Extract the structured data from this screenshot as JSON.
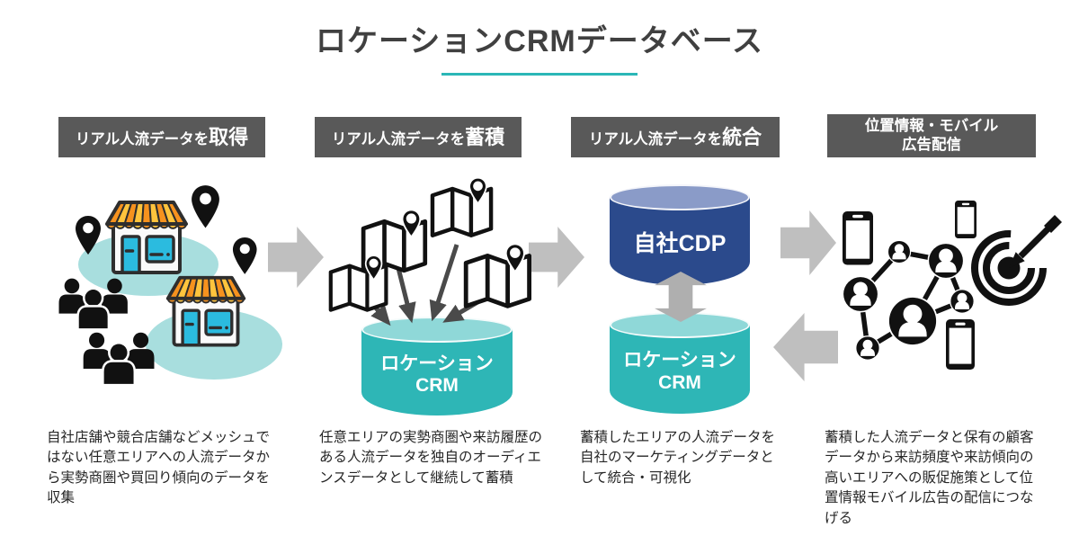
{
  "title": "ロケーションCRMデータベース",
  "colors": {
    "accent_teal": "#2BB7B7",
    "header_bg": "#595959",
    "cylinder_teal": "#2EB6B6",
    "cylinder_teal_top": "#8FD8D8",
    "cylinder_navy": "#2B4A8C",
    "cylinder_navy_top": "#8A9BC8",
    "flow_arrow_gray": "#BFBFBF",
    "blob_teal": "#A8DEDE",
    "awning_orange": "#F6921E",
    "awning_yellow": "#FFC43D",
    "store_cyan": "#2BBBDF"
  },
  "columns": [
    {
      "id": "acquire",
      "header": {
        "text": "リアル人流データを",
        "emphasis": "取得"
      },
      "icon": "storefronts-pins-people-illustration",
      "description": "自社店舗や競合店舗などメッシュではない任意エリアへの人流データから実勢商圏や買回り傾向のデータを収集"
    },
    {
      "id": "accumulate",
      "header": {
        "text": "リアル人流データを",
        "emphasis": "蓄積"
      },
      "icon": "maps-to-database-illustration",
      "cylinder": {
        "line1": "ロケーション",
        "line2": "CRM"
      },
      "description": "任意エリアの実勢商圏や来訪履歴のある人流データを独自のオーディエンスデータとして継続して蓄積"
    },
    {
      "id": "integrate",
      "header": {
        "text": "リアル人流データを",
        "emphasis": "統合"
      },
      "icon": "cdp-crm-sync-illustration",
      "cdp_cylinder": {
        "label": "自社CDP"
      },
      "crm_cylinder": {
        "line1": "ロケーション",
        "line2": "CRM"
      },
      "description": "蓄積したエリアの人流データを自社のマーケティングデータとして統合・可視化"
    },
    {
      "id": "deliver",
      "header": {
        "line1": "位置情報・モバイル",
        "line2": "広告配信"
      },
      "icon": "phones-network-target-illustration",
      "description": "蓄積した人流データと保有の顧客データから来訪頻度や来訪傾向の高いエリアへの販促施策として位置情報モバイル広告の配信につなげる"
    }
  ]
}
